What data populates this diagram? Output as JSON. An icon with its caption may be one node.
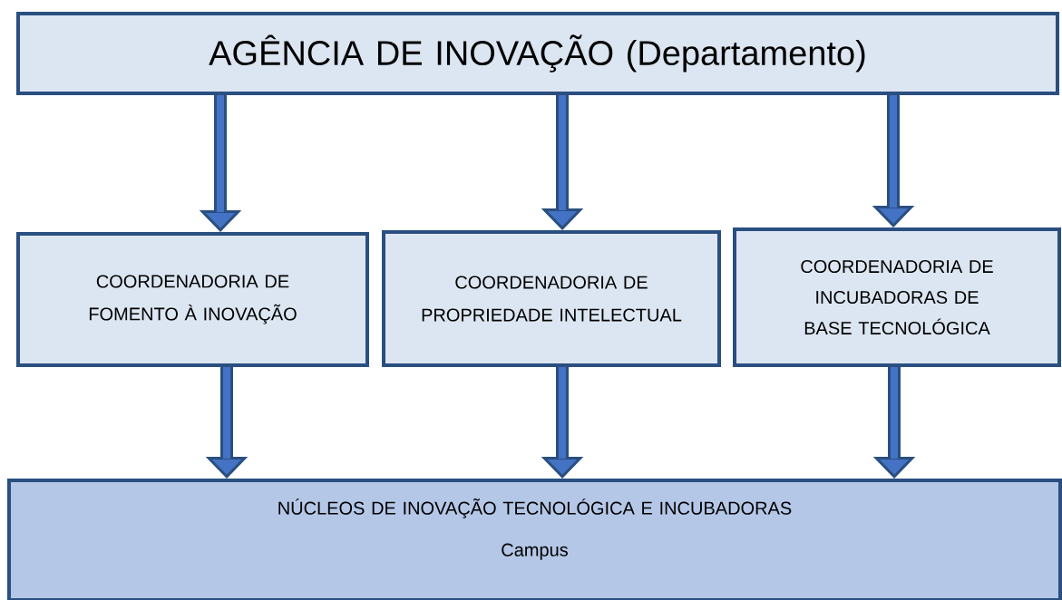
{
  "diagram": {
    "nodes": [
      {
        "text": [
          "AGÊNCIA DE INOVAÇÃO (Departamento)"
        ]
      },
      {
        "text": [
          "COORDENADORIA DE FOMENTO À INOVAÇÃO"
        ]
      },
      {
        "text": [
          "COORDENADORIA DE PROPRIEDADE INTELECTUAL"
        ]
      },
      {
        "text": [
          "COORDENADORIA DE INCUBADORAS DE BASE TECNOLÓGICA"
        ]
      },
      {
        "text": [
          "NÚCLEOS DE INOVAÇÃO TECNOLÓGICA E INCUBADORAS",
          "Campus"
        ]
      }
    ],
    "edges": [
      {
        "from": 0,
        "to": 1,
        "arrow": "to"
      },
      {
        "from": 0,
        "to": 2,
        "arrow": "to"
      },
      {
        "from": 0,
        "to": 3,
        "arrow": "to"
      },
      {
        "from": 1,
        "to": 4,
        "arrow": "to"
      },
      {
        "from": 2,
        "to": 4,
        "arrow": "to"
      },
      {
        "from": 3,
        "to": 4,
        "arrow": "to"
      }
    ]
  }
}
